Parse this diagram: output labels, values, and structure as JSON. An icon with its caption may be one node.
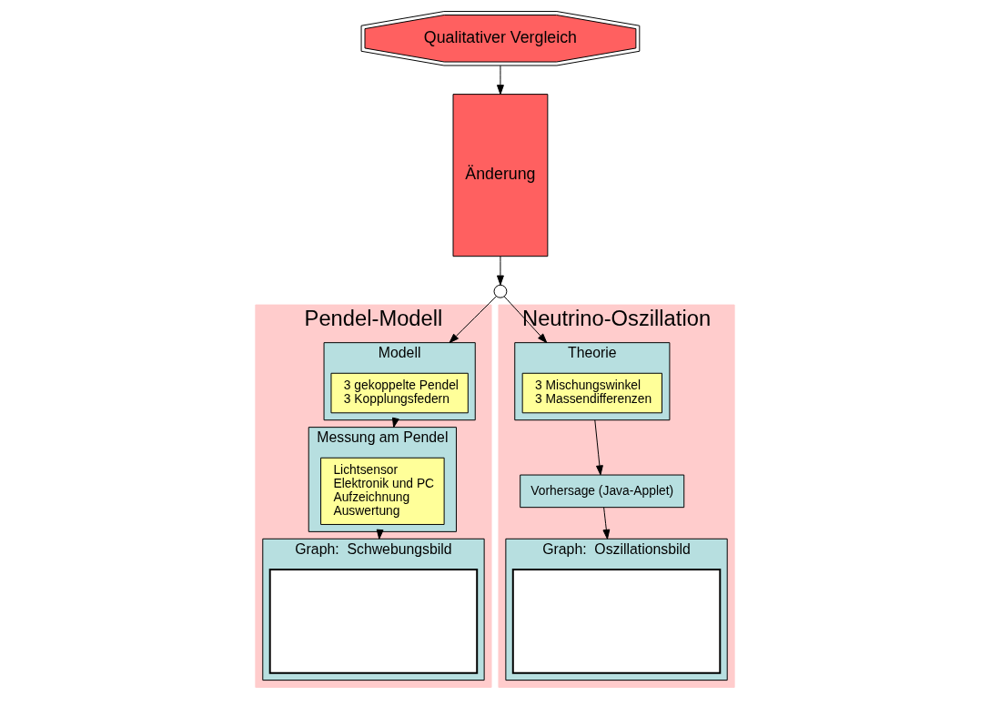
{
  "diagram": {
    "nodes": [
      {
        "text": [
          "Pendel-Modell"
        ]
      },
      {
        "text": [
          "Modell"
        ],
        "in": 0
      },
      {
        "text": [
          "3 gekoppelte Pendel",
          "3 Kopplungsfedern"
        ],
        "in": 1
      },
      {
        "text": [
          "Messung am Pendel"
        ],
        "in": 0
      },
      {
        "text": [
          "Lichtsensor",
          "Elektronik und PC",
          "Aufzeichnung",
          "Auswertung"
        ],
        "in": 3
      },
      {
        "text": [
          "Graph:  Schwebungsbild"
        ],
        "in": 0
      },
      {
        "text": [],
        "shape": "box",
        "in": 5
      },
      {
        "text": [
          "Neutrino-Oszillation"
        ]
      },
      {
        "text": [
          "Theorie"
        ],
        "in": 7
      },
      {
        "text": [
          "3 Mischungswinkel",
          "3 Massendifferenzen"
        ],
        "in": 8
      },
      {
        "text": [
          "Vorhersage (Java-Applet)"
        ],
        "in": 7
      },
      {
        "text": [
          "Graph:  Oszillationsbild"
        ],
        "in": 7
      },
      {
        "text": [],
        "shape": "box",
        "in": 11
      },
      {
        "text": [
          "Änderung"
        ]
      },
      {
        "text": [
          "Qualitativer Vergleich"
        ]
      },
      {
        "text": [],
        "shape": "circle"
      }
    ],
    "edges": [
      {
        "from": 1,
        "to": 3,
        "arrow": "to"
      },
      {
        "from": 3,
        "to": 5,
        "arrow": "to"
      },
      {
        "from": 8,
        "to": 10,
        "arrow": "to"
      },
      {
        "from": 10,
        "to": 11,
        "arrow": "to"
      },
      {
        "from": 14,
        "to": 13,
        "arrow": "to"
      },
      {
        "from": 13,
        "to": 15,
        "arrow": "to"
      },
      {
        "from": 15,
        "to": 1,
        "arrow": "to"
      },
      {
        "from": 15,
        "to": 8,
        "arrow": "to"
      }
    ]
  }
}
